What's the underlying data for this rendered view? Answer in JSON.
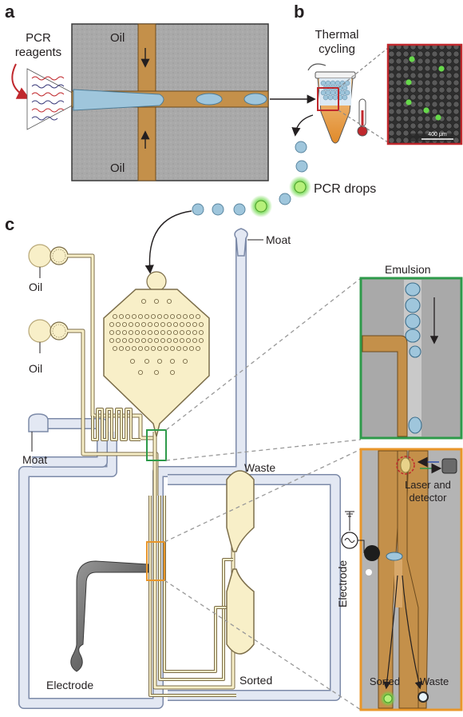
{
  "panels": {
    "a": "a",
    "b": "b",
    "c": "c"
  },
  "panel_a": {
    "reagents_label_line1": "PCR",
    "reagents_label_line2": "reagents",
    "oil_top": "Oil",
    "oil_bottom": "Oil"
  },
  "panel_b": {
    "thermal_line1": "Thermal",
    "thermal_line2": "cycling",
    "scale_bar": "400 μm",
    "pcr_drops": "PCR drops"
  },
  "panel_c": {
    "moat_right": "Moat",
    "moat_left": "Moat",
    "oil_top": "Oil",
    "oil_bottom": "Oil",
    "waste": "Waste",
    "sorted": "Sorted",
    "electrode": "Electrode",
    "emulsion": "Emulsion",
    "laser_line1": "Laser and",
    "laser_line2": "detector",
    "electrode_vertical": "Electrode",
    "inset_sorted": "Sorted",
    "inset_waste": "Waste"
  },
  "colors": {
    "channel_fill": "#f8efc8",
    "channel_stroke": "#b8a878",
    "moat_fill": "#e3e8f3",
    "moat_stroke": "#7c8aa8",
    "inset_green": "#2e9a4a",
    "inset_orange": "#e8962a",
    "micrograph_bg": "#a7a7a7",
    "oil_channel": "#c4904a",
    "drop_blue": "#9fc6dc",
    "drop_green": "#7ee85a",
    "arrow_red": "#c0282d"
  }
}
